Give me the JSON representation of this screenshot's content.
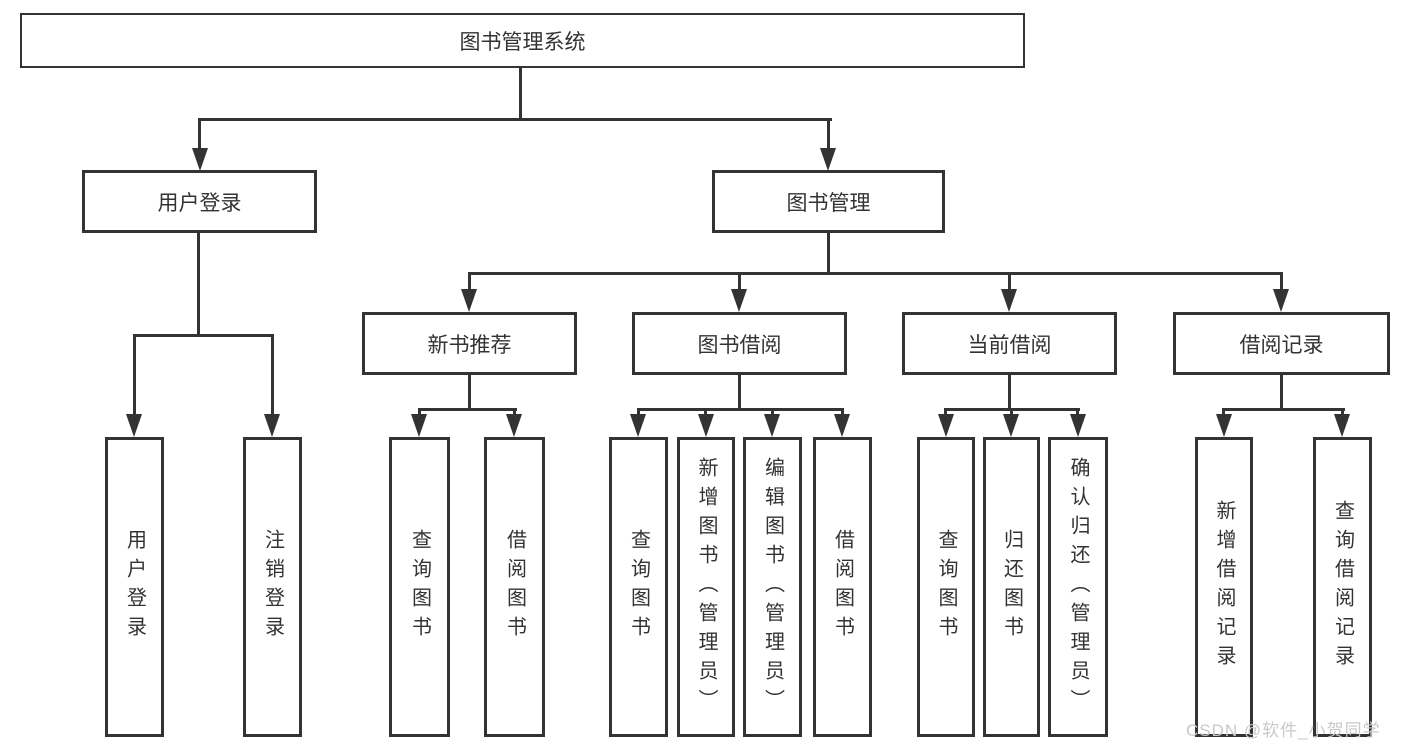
{
  "diagram": {
    "nodes": {
      "root": "图书管理系统",
      "l2": [
        "用户登录",
        "图书管理"
      ],
      "l3": [
        "新书推荐",
        "图书借阅",
        "当前借阅",
        "借阅记录"
      ],
      "l4": [
        "用户登录",
        "注销登录",
        "查询图书",
        "借阅图书",
        "查询图书",
        "新增图书（管理员）",
        "编辑图书（管理员）",
        "借阅图书",
        "查询图书",
        "归还图书",
        "确认归还（管理员）",
        "新增借阅记录",
        "查询借阅记录"
      ]
    },
    "watermark": "CSDN @软件_小贺同学",
    "colors": {
      "line": "#333333",
      "text": "#333333",
      "watermark": "#c9c9c9",
      "background": "#ffffff"
    }
  }
}
